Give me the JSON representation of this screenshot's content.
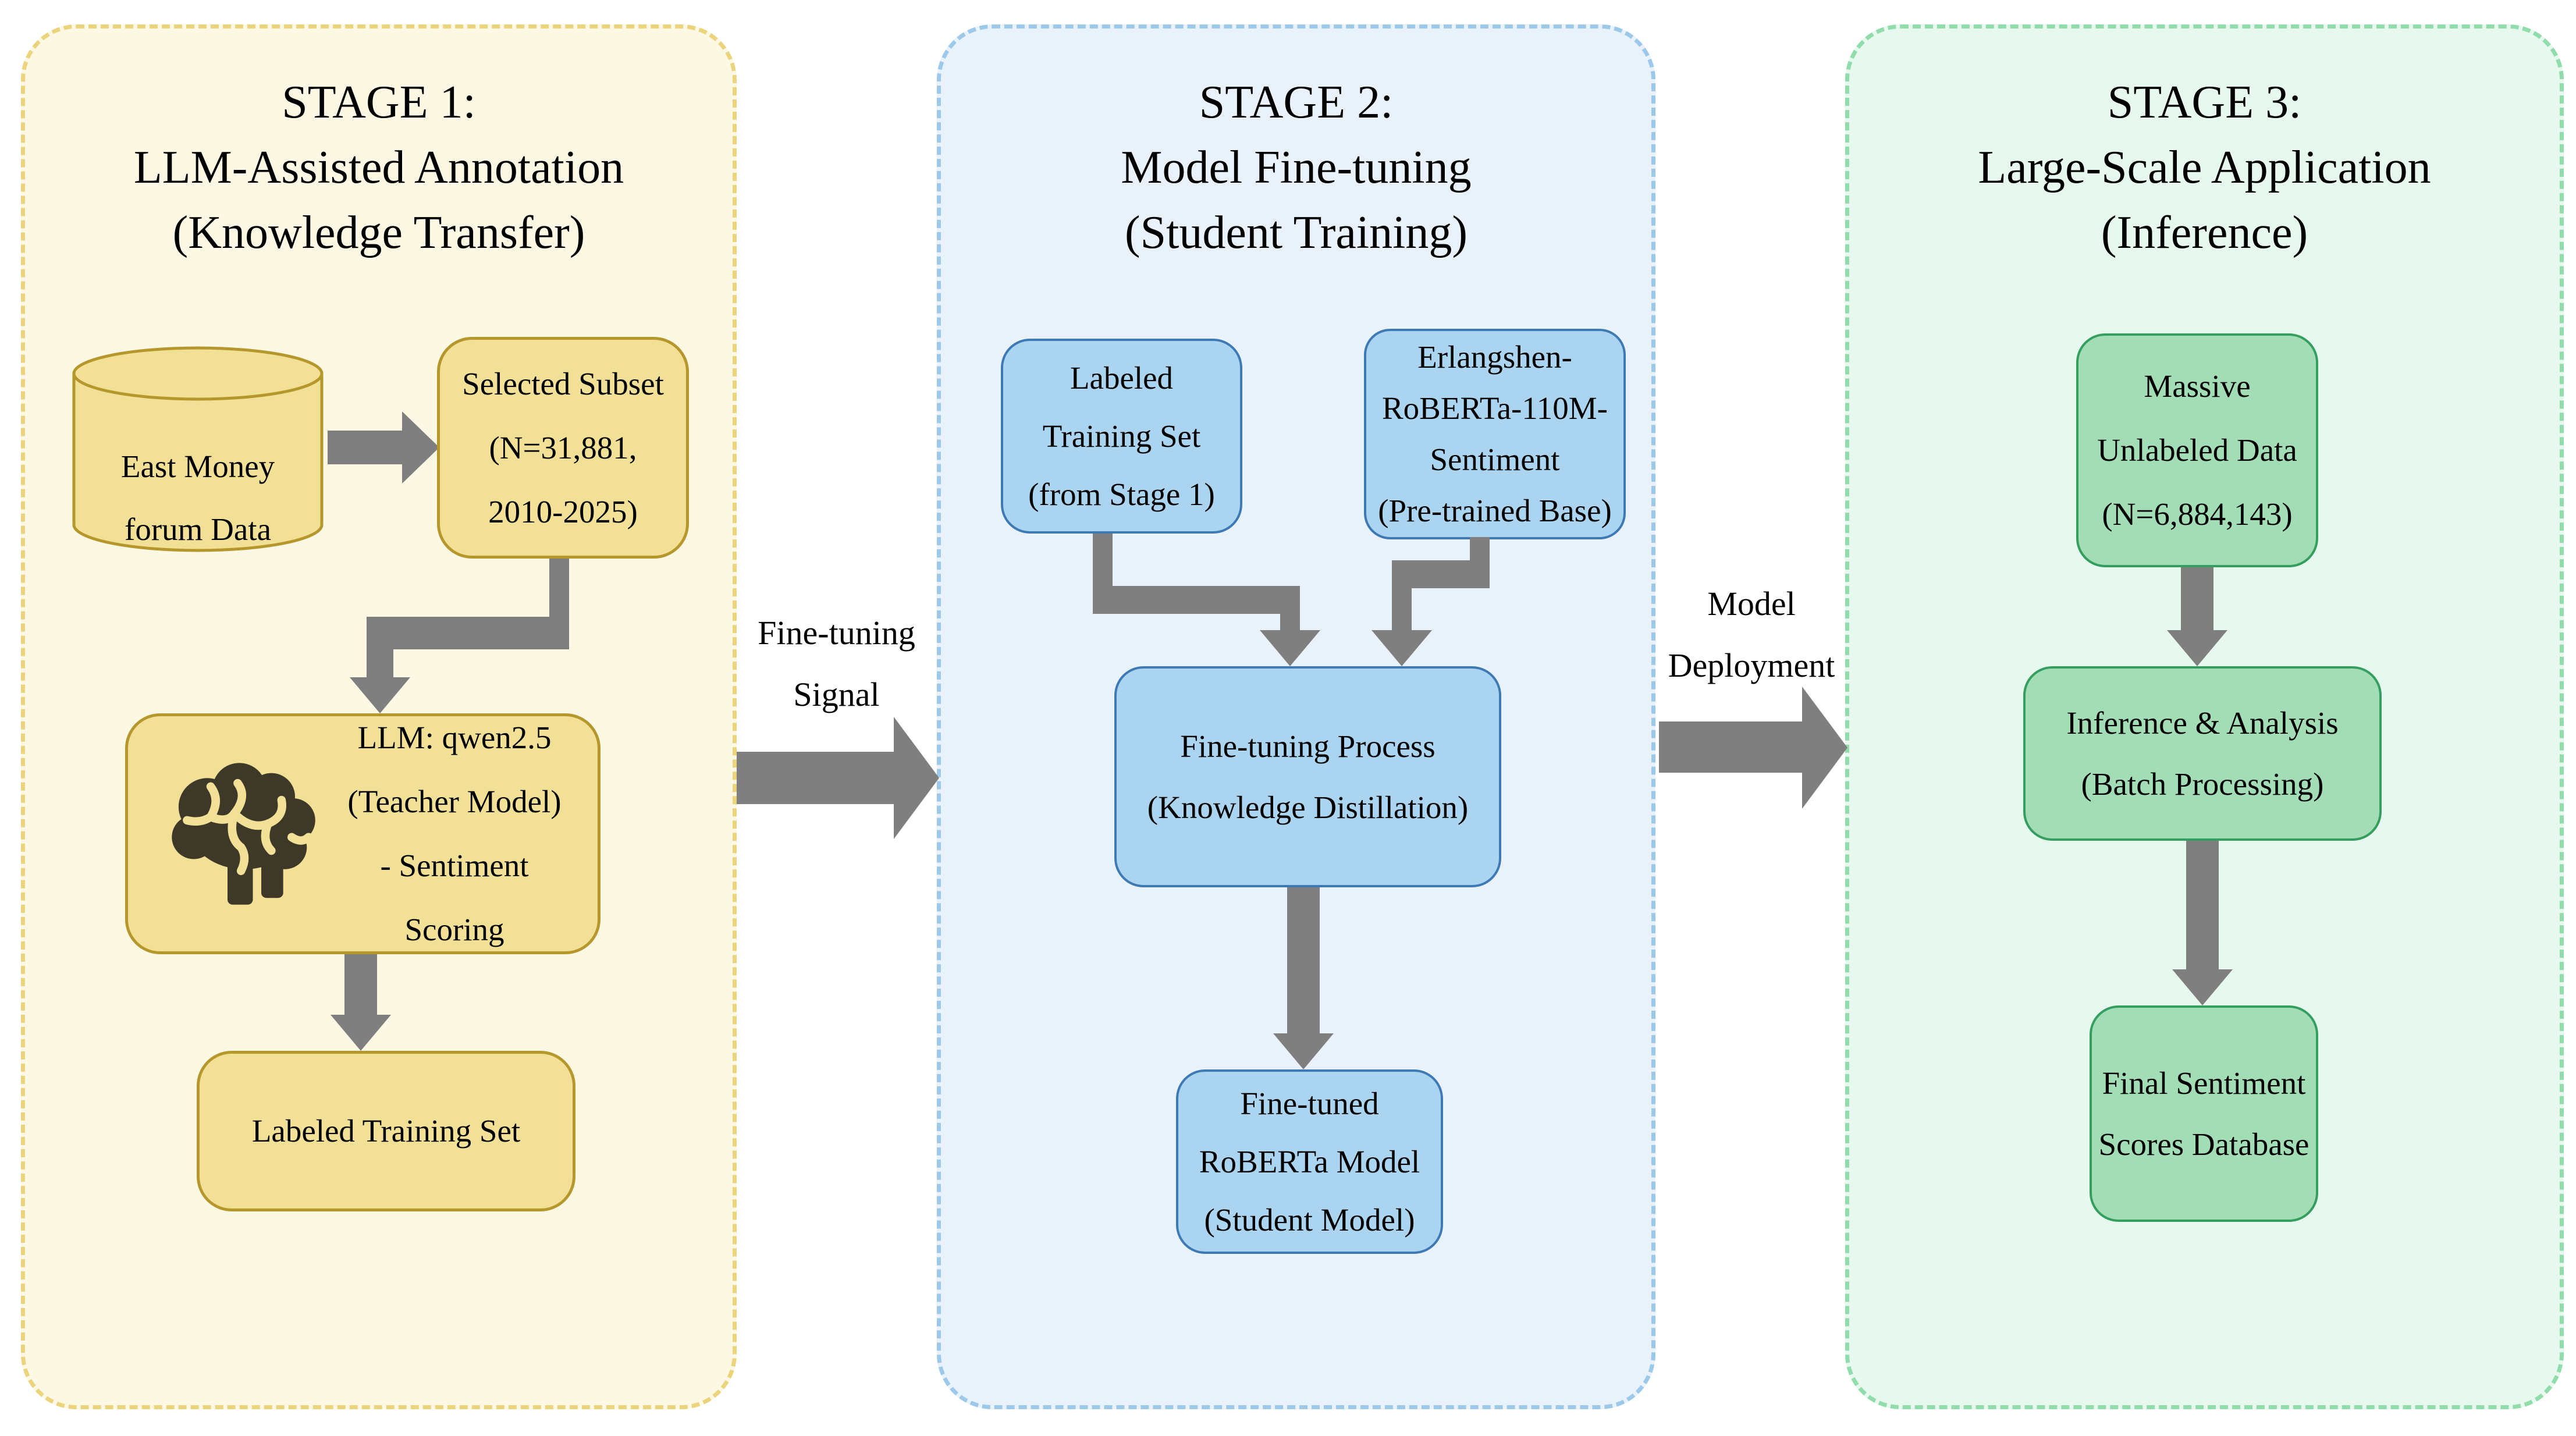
{
  "s1": {
    "t1": "STAGE 1:",
    "t2": "LLM-Assisted Annotation",
    "t3": "(Knowledge Transfer)",
    "cyl1": "East Money",
    "cyl2": "forum Data",
    "sub1": "Selected Subset",
    "sub2": "(N=31,881,",
    "sub3": "2010-2025)",
    "llm1": "LLM: qwen2.5",
    "llm2": "(Teacher Model)",
    "llm3": "- Sentiment Scoring",
    "lab1": "Labeled Training Set"
  },
  "s2": {
    "t1": "STAGE 2:",
    "t2": "Model Fine-tuning",
    "t3": "(Student Training)",
    "tr1": "Labeled",
    "tr2": "Training Set",
    "tr3": "(from Stage 1)",
    "er1": "Erlangshen-",
    "er2": "RoBERTa-110M-",
    "er3": "Sentiment",
    "er4": "(Pre-trained Base)",
    "pr1": "Fine-tuning Process",
    "pr2": "(Knowledge Distillation)",
    "st1": "Fine-tuned",
    "st2": "RoBERTa Model",
    "st3": "(Student Model)"
  },
  "s3": {
    "t1": "STAGE 3:",
    "t2": "Large-Scale Application",
    "t3": "(Inference)",
    "ma1": "Massive",
    "ma2": "Unlabeled Data",
    "ma3": "(N=6,884,143)",
    "inf1": "Inference & Analysis",
    "inf2": "(Batch Processing)",
    "fin1": "Final Sentiment",
    "fin2": "Scores Database"
  },
  "links": {
    "ft1": "Fine-tuning",
    "ft2": "Signal",
    "md1": "Model",
    "md2": "Deployment"
  },
  "icons": {
    "brain": "brain-icon",
    "cylinder": "database-cylinder-icon"
  },
  "colors": {
    "stage1_fill": "#fdf8e3",
    "stage1_border": "#ecd47c",
    "stage1_box_fill": "#f2e096",
    "stage1_box_border": "#b5972c",
    "stage2_fill": "#e9f2fb",
    "stage2_border": "#9cc9e9",
    "stage2_box_fill": "#aad4ef",
    "stage2_box_border": "#3d7ab5",
    "stage3_fill": "#e7f8ee",
    "stage3_border": "#90dcab",
    "stage3_box_fill": "#a3ddb6",
    "stage3_box_border": "#339e5e",
    "arrow_gray": "#7f7f7f",
    "brain_icon": "#3e3828",
    "text": "#000000"
  }
}
